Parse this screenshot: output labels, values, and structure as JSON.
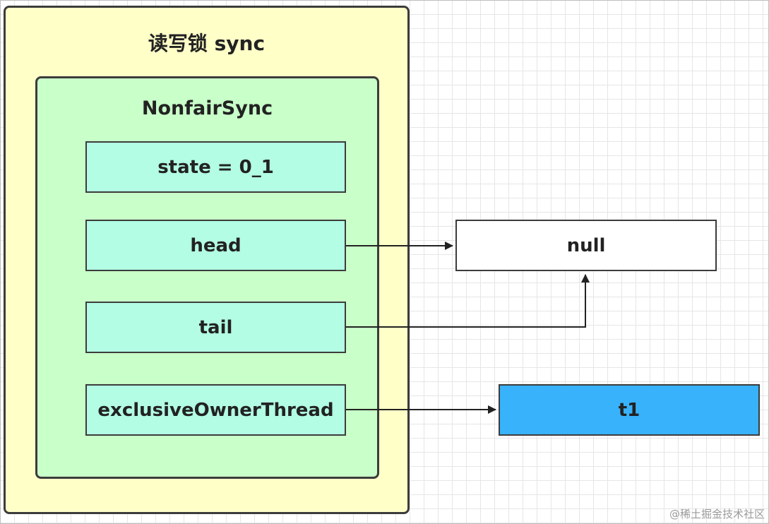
{
  "outer": {
    "title": "读写锁 sync"
  },
  "inner": {
    "title": "NonfairSync"
  },
  "fields": {
    "state": "state = 0_1",
    "head": "head",
    "tail": "tail",
    "owner": "exclusiveOwnerThread"
  },
  "targets": {
    "null": "null",
    "t1": "t1"
  },
  "colors": {
    "outer_fill": "#ffffc8",
    "inner_fill": "#c9ffc9",
    "field_fill": "#b2fde3",
    "t1_fill": "#38b2fb",
    "null_fill": "#ffffff"
  },
  "watermark": "@稀土掘金技术社区"
}
